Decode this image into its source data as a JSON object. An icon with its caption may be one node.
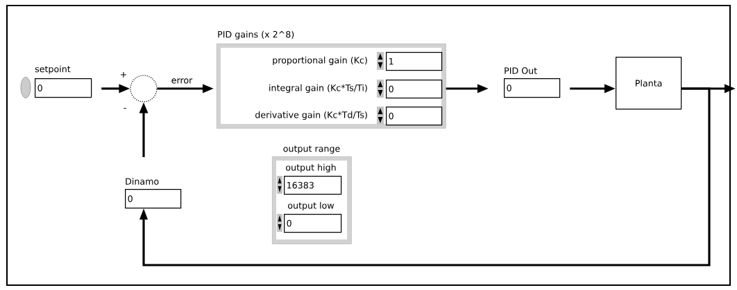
{
  "diagram": {
    "nodes": [
      {
        "text": [
          "setpoint",
          "0"
        ]
      },
      {
        "text": [],
        "shape": "circle"
      },
      {
        "text": [
          "PID gains (x 2^8)"
        ]
      },
      {
        "text": [
          "proportional gain (Kc)",
          "1"
        ],
        "in": 2
      },
      {
        "text": [
          "integral gain (Kc*Ts/Ti)",
          "0"
        ],
        "in": 2
      },
      {
        "text": [
          "derivative gain (Kc*Td/Ts)",
          "0"
        ],
        "in": 2
      },
      {
        "text": [
          "output range"
        ]
      },
      {
        "text": [
          "output high",
          "16383"
        ],
        "in": 6
      },
      {
        "text": [
          "output low",
          "0"
        ],
        "in": 6
      },
      {
        "text": [
          "PID Out",
          "0"
        ]
      },
      {
        "text": [
          "Planta"
        ]
      },
      {
        "text": [
          "Dinamo",
          "0"
        ]
      }
    ],
    "edges": [
      {
        "from": 0,
        "to": 1,
        "arrow": "to"
      },
      {
        "from": 11,
        "to": 1,
        "arrow": "to"
      },
      {
        "from": 1,
        "to": 2,
        "arrow": "to",
        "label": "error"
      },
      {
        "from": 2,
        "to": 9,
        "arrow": "to"
      },
      {
        "from": 9,
        "to": 10,
        "arrow": "to"
      },
      {
        "from": 10,
        "to": null,
        "arrow": "to"
      },
      {
        "from": 10,
        "to": 11,
        "arrow": "to"
      }
    ],
    "labels": [
      "+",
      "-"
    ]
  }
}
